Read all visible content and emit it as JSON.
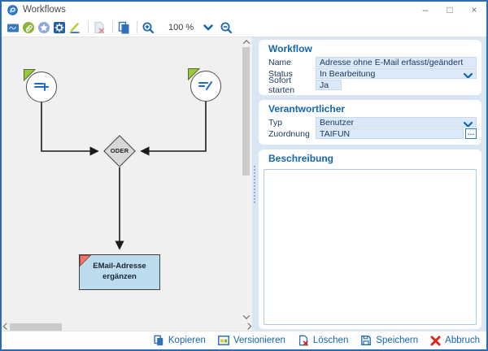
{
  "window": {
    "title": "Workflows",
    "controls": {
      "minimize_glyph": "–",
      "maximize_glyph": "□",
      "close_glyph": "×"
    }
  },
  "toolbar": {
    "zoom_value": "100 %",
    "icons": [
      "module-icon",
      "attachment-icon",
      "favorite-icon",
      "settings-gear-icon",
      "edit-pencil-icon",
      "delete-record-icon",
      "copy-icon",
      "zoom-in-icon",
      "dropdown-chevron-icon",
      "zoom-out-icon"
    ]
  },
  "canvas": {
    "nodes": {
      "start_left_icon": "add-record-icon",
      "start_right_icon": "edit-record-icon",
      "or_label": "ODER",
      "action_label": "EMail-Adresse ergänzen"
    },
    "scrollbar_icons": [
      "scroll-up-icon",
      "scroll-down-icon",
      "scroll-left-icon",
      "scroll-right-icon"
    ]
  },
  "panel": {
    "sections": [
      {
        "title": "Workflow",
        "fields": [
          {
            "label": "Name",
            "value": "Adresse ohne E-Mail erfasst/geändert"
          },
          {
            "label": "Status",
            "value": "In Bearbeitung"
          },
          {
            "label": "Sofort starten",
            "value": "Ja"
          }
        ]
      },
      {
        "title": "Verantwortlicher",
        "fields": [
          {
            "label": "Typ",
            "value": "Benutzer"
          },
          {
            "label": "Zuordnung",
            "value": "TAIFUN"
          }
        ]
      },
      {
        "title": "Beschreibung",
        "value": ""
      }
    ],
    "lookup_button_glyph": "…"
  },
  "footer": {
    "buttons": [
      {
        "label": "Kopieren",
        "icon": "copy-icon"
      },
      {
        "label": "Versionieren",
        "icon": "version-icon"
      },
      {
        "label": "Löschen",
        "icon": "delete-record-icon"
      },
      {
        "label": "Speichern",
        "icon": "save-icon"
      },
      {
        "label": "Abbruch",
        "icon": "abort-icon"
      }
    ]
  },
  "colors": {
    "accent_blue": "#1766af",
    "window_border": "#2a6cb3",
    "panel_bg": "#d9e7f5",
    "input_bg": "#dce9f8",
    "canvas_bg": "#f0f0f0",
    "node_green": "#97c93d",
    "node_red": "#f2766b",
    "action_fill": "#badcec",
    "diamond_fill": "#d8d8d8"
  }
}
